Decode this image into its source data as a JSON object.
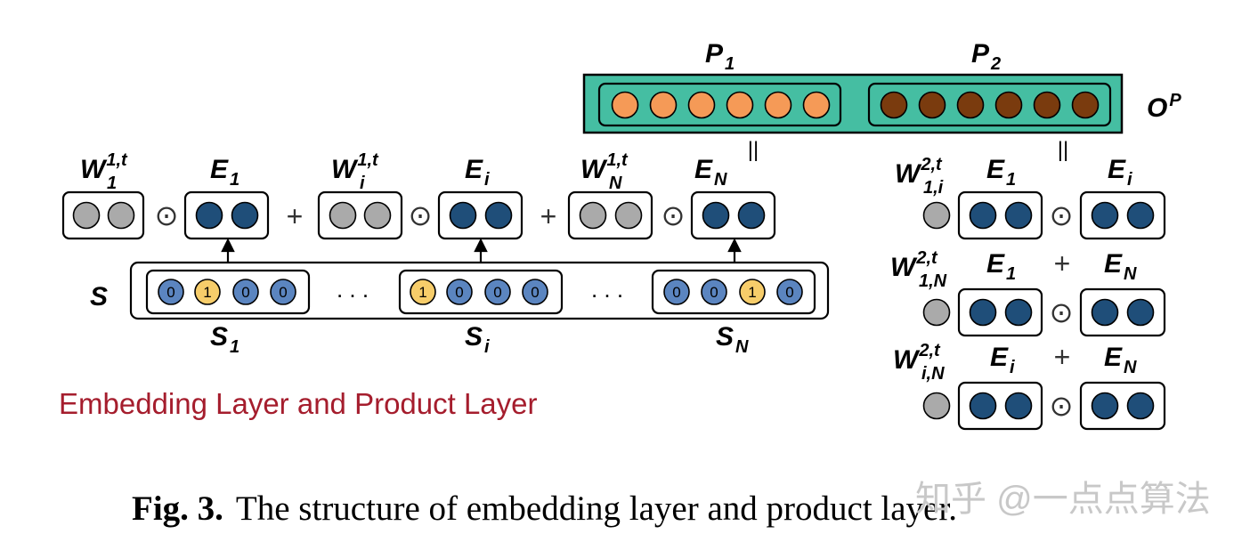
{
  "colors": {
    "gray": "#aaaaaa",
    "blue": "#1f4e79",
    "light_blue": "#5b85c0",
    "yellow": "#f7cd6a",
    "orange": "#f59a57",
    "brown": "#7a3b0e",
    "teal": "#45bea2",
    "red_title": "#a51d2d"
  },
  "product_layer": {
    "p1": {
      "main": "P",
      "sub": "1"
    },
    "p2": {
      "main": "P",
      "sub": "2"
    },
    "output": {
      "main": "O",
      "sup": "P"
    },
    "equals": "||"
  },
  "embedding": {
    "w1": {
      "main": "W",
      "sup": "1,t",
      "sub": "1"
    },
    "wi": {
      "main": "W",
      "sup": "1,t",
      "sub": "i"
    },
    "wn": {
      "main": "W",
      "sup": "1,t",
      "sub": "N"
    },
    "e1": {
      "main": "E",
      "sub": "1"
    },
    "ei": {
      "main": "E",
      "sub": "i"
    },
    "en": {
      "main": "E",
      "sub": "N"
    },
    "plus": "+",
    "odot": "⊙"
  },
  "sparse": {
    "s_label": "S",
    "s1": {
      "main": "S",
      "sub": "1"
    },
    "si": {
      "main": "S",
      "sub": "i"
    },
    "sn": {
      "main": "S",
      "sub": "N"
    },
    "s1_bits": [
      "0",
      "1",
      "0",
      "0"
    ],
    "si_bits": [
      "1",
      "0",
      "0",
      "0"
    ],
    "sn_bits": [
      "0",
      "0",
      "1",
      "0"
    ],
    "ellipsis": ". . ."
  },
  "right_pairs": {
    "r1": {
      "w": {
        "main": "W",
        "sup": "2,t",
        "sub": "1,i"
      },
      "a": {
        "main": "E",
        "sub": "1"
      },
      "op": "",
      "b": {
        "main": "E",
        "sub": "i"
      }
    },
    "r2": {
      "w": {
        "main": "W",
        "sup": "2,t",
        "sub": "1,N"
      },
      "a": {
        "main": "E",
        "sub": "1"
      },
      "op": "+",
      "b": {
        "main": "E",
        "sub": "N"
      }
    },
    "r3": {
      "w": {
        "main": "W",
        "sup": "2,t",
        "sub": "i,N"
      },
      "a": {
        "main": "E",
        "sub": "i"
      },
      "op": "+",
      "b": {
        "main": "E",
        "sub": "N"
      }
    }
  },
  "section_title": "Embedding Layer and Product Layer",
  "caption": {
    "label": "Fig. 3.",
    "text": "The structure of embedding layer and product layer."
  },
  "watermark": "知乎 @一点点算法"
}
